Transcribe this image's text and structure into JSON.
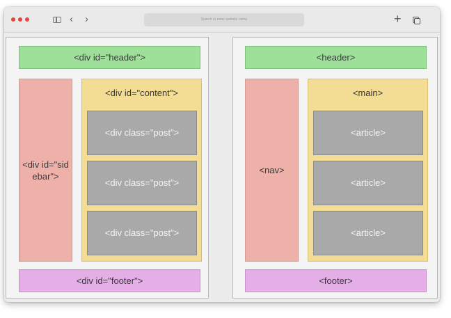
{
  "browser": {
    "address_placeholder": "Search or enter website name",
    "icons": [
      "close-dot",
      "minimize-dot",
      "zoom-dot",
      "sidebar-icon",
      "chevron-left-icon",
      "chevron-right-icon",
      "plus-icon",
      "tabs-icon"
    ],
    "glyphs": {
      "chevron_left": "‹",
      "chevron_right": "›",
      "plus": "+"
    },
    "colors": {
      "traffic_dots": "#e2463d"
    }
  },
  "left_layout": {
    "header": "<div id=\"header\">",
    "sidebar": "<div id=\"sidebar\">",
    "content": "<div id=\"content\">",
    "posts": [
      "<div class=\"post\">",
      "<div class=\"post\">",
      "<div class=\"post\">"
    ],
    "footer": "<div id=\"footer\">"
  },
  "right_layout": {
    "header": "<header>",
    "nav": "<nav>",
    "main": "<main>",
    "articles": [
      "<article>",
      "<article>",
      "<article>"
    ],
    "footer": "<footer>"
  },
  "colors": {
    "header": "#9ee09a",
    "sidebar": "#eeb1aa",
    "content": "#f3dc94",
    "post": "#a9a9a9",
    "footer": "#e4aee6"
  }
}
